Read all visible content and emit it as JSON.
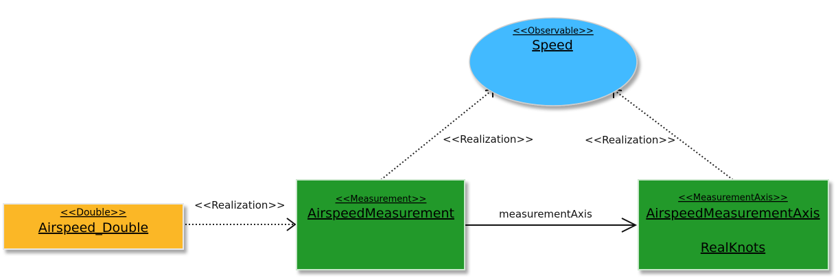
{
  "nodes": {
    "speed": {
      "stereotype": "<<Observable>>",
      "name": "Speed",
      "fill": "#42baff"
    },
    "airspeed_double": {
      "stereotype": "<<Double>>",
      "name": "Airspeed_Double",
      "fill": "#fbb725"
    },
    "airspeed_measurement": {
      "stereotype": "<<Measurement>>",
      "name": "AirspeedMeasurement",
      "fill": "#22992c"
    },
    "airspeed_measurement_axis": {
      "stereotype": "<<MeasurementAxis>>",
      "name": "AirspeedMeasurementAxis",
      "unit": "RealKnots",
      "fill": "#22992c"
    }
  },
  "edges": {
    "double_to_measurement": {
      "label": "<<Realization>>",
      "style": "dotted"
    },
    "measurement_to_speed": {
      "label": "<<Realization>>",
      "style": "dotted"
    },
    "axis_to_speed": {
      "label": "<<Realization>>",
      "style": "dotted"
    },
    "measurement_to_axis": {
      "label": "measurementAxis",
      "style": "solid"
    }
  }
}
